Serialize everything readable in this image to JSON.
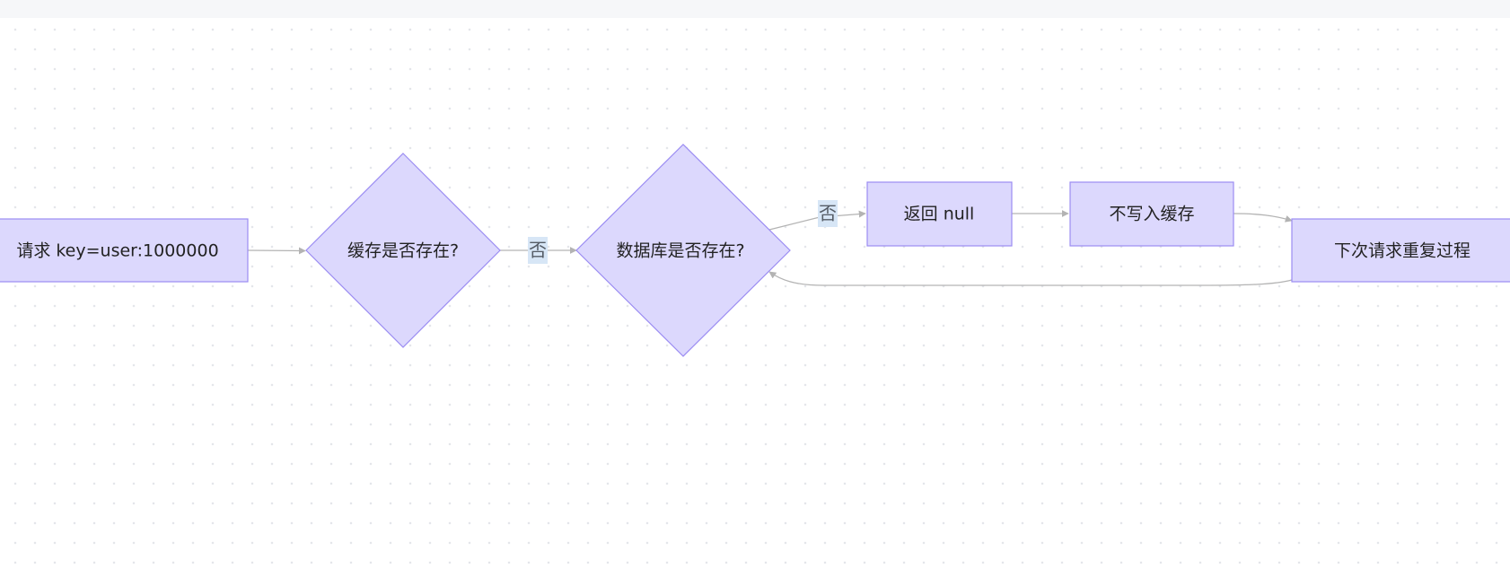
{
  "nodes": {
    "request": "请求 key=user:1000000",
    "cache_check": "缓存是否存在?",
    "db_check": "数据库是否存在?",
    "return_null": "返回 null",
    "no_write_cache": "不写入缓存",
    "next_request": "下次请求重复过程"
  },
  "edge_labels": {
    "cache_no": "否",
    "db_no": "否"
  },
  "colors": {
    "node_fill": "#dcd8fd",
    "node_stroke": "#9b8cf2",
    "edge": "#b3b3b3",
    "label_bg": "#d7e6f6"
  }
}
